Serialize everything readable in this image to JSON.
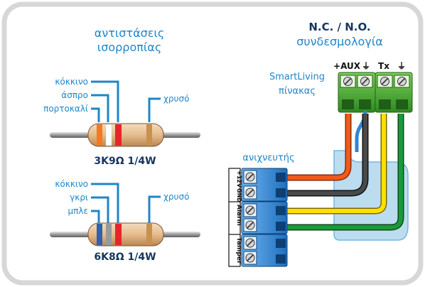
{
  "left": {
    "title_line1": "αντιστάσεις",
    "title_line2": "ισορροπίας",
    "resistor1": {
      "bands": [
        "κόκκινο",
        "άσπρο",
        "πορτοκαλί"
      ],
      "tolerance": "χρυσό",
      "value": "3K9Ω 1/4W",
      "colors": {
        "band1": "#f47a20",
        "band2": "#ffffff",
        "band3": "#e8242b",
        "tolerance": "#c8914e"
      }
    },
    "resistor2": {
      "bands": [
        "κόκκινο",
        "γκρι",
        "μπλε"
      ],
      "tolerance": "χρυσό",
      "value": "6K8Ω 1/4W",
      "colors": {
        "band1": "#2c62b0",
        "band2": "#9a9a9a",
        "band3": "#e8242b",
        "tolerance": "#c8914e"
      }
    }
  },
  "right": {
    "title_line1": "N.C. / N.O.",
    "title_line2": "συνδεσμολογία",
    "panel_label_line1": "SmartLiving",
    "panel_label_line2": "πίνακας",
    "panel_terminals": [
      "+AUX",
      "⏚",
      "Tx",
      "⏚"
    ],
    "detector_label": "ανιχνευτής",
    "detector_terminals": [
      "+12V",
      "GND",
      "Alarm",
      "Tamper"
    ],
    "wire_colors": [
      "#f05a1a",
      "#4a4a4a",
      "#ffe000",
      "#1a9a3a"
    ]
  },
  "colors": {
    "accent": "#1e86c8",
    "navy": "#17365d",
    "terminal_green": "#4fae3a",
    "terminal_blue": "#2e86d6"
  }
}
